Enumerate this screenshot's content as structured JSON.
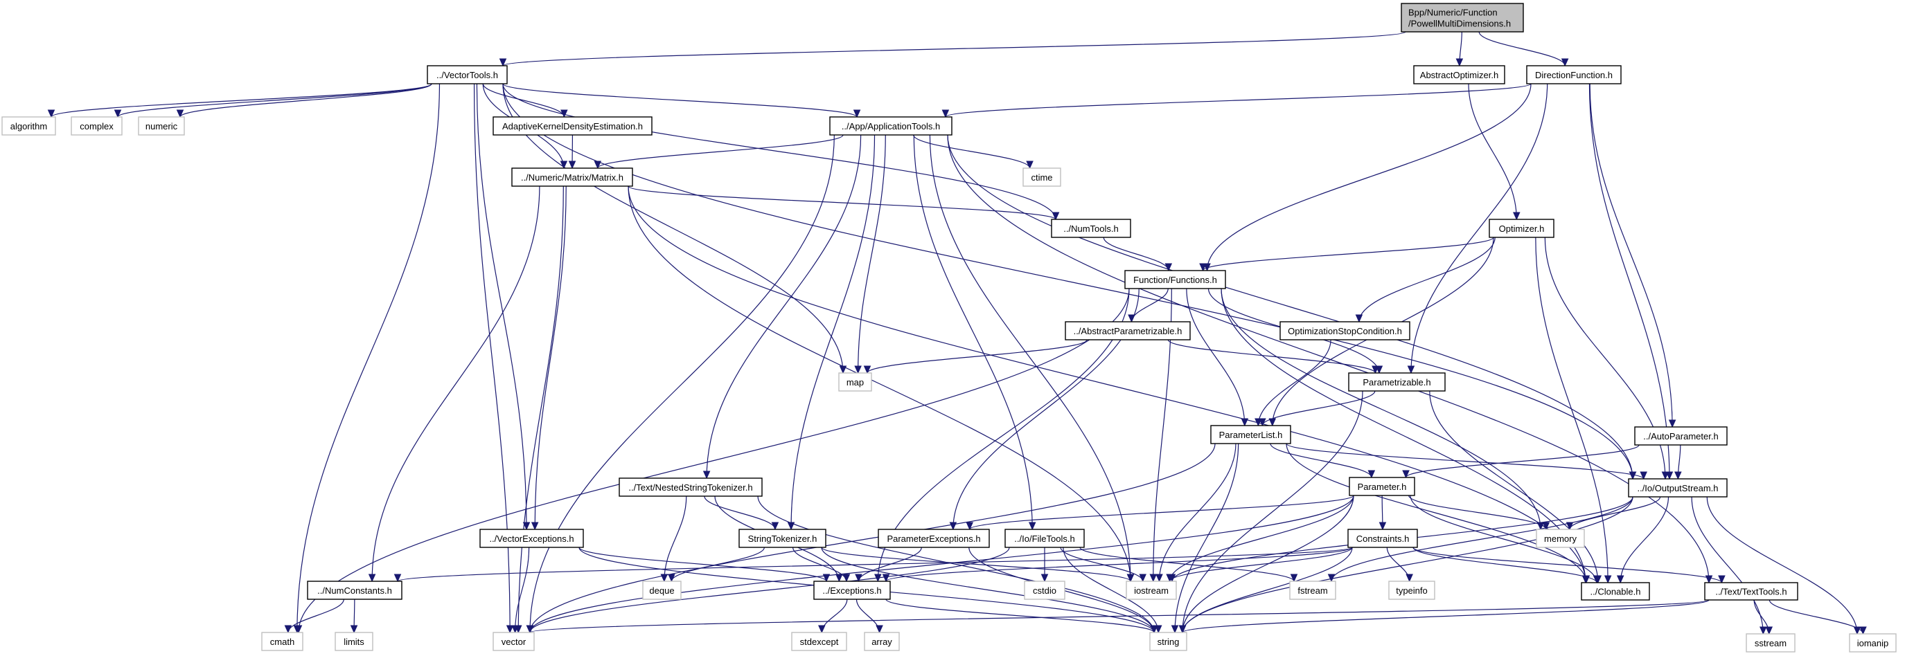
{
  "title": "Bpp/Numeric/Function/PowellMultiDimensions.h include dependency graph",
  "colors": {
    "edge": "#191970",
    "root_fill": "#bfbfbf",
    "internal_border": "#000000",
    "external_border": "#bfbfbf"
  },
  "nodes": [
    {
      "id": "root",
      "label": [
        "Bpp/Numeric/Function",
        "/PowellMultiDimensions.h"
      ],
      "kind": "root"
    },
    {
      "id": "VectorTools",
      "label": [
        "../VectorTools.h"
      ],
      "kind": "internal"
    },
    {
      "id": "AbstractOptimizer",
      "label": [
        "AbstractOptimizer.h"
      ],
      "kind": "internal"
    },
    {
      "id": "DirectionFunction",
      "label": [
        "DirectionFunction.h"
      ],
      "kind": "internal"
    },
    {
      "id": "algorithm",
      "label": [
        "algorithm"
      ],
      "kind": "external"
    },
    {
      "id": "complex",
      "label": [
        "complex"
      ],
      "kind": "external"
    },
    {
      "id": "numeric",
      "label": [
        "numeric"
      ],
      "kind": "external"
    },
    {
      "id": "AdaptiveKDE",
      "label": [
        "AdaptiveKernelDensityEstimation.h"
      ],
      "kind": "internal"
    },
    {
      "id": "ApplicationTools",
      "label": [
        "../App/ApplicationTools.h"
      ],
      "kind": "internal"
    },
    {
      "id": "Matrix",
      "label": [
        "../Numeric/Matrix/Matrix.h"
      ],
      "kind": "internal"
    },
    {
      "id": "ctime",
      "label": [
        "ctime"
      ],
      "kind": "external"
    },
    {
      "id": "NumTools",
      "label": [
        "../NumTools.h"
      ],
      "kind": "internal"
    },
    {
      "id": "Optimizer",
      "label": [
        "Optimizer.h"
      ],
      "kind": "internal"
    },
    {
      "id": "Functions",
      "label": [
        "Function/Functions.h"
      ],
      "kind": "internal"
    },
    {
      "id": "AbstractParametrizable",
      "label": [
        "../AbstractParametrizable.h"
      ],
      "kind": "internal"
    },
    {
      "id": "OptimizationStopCondition",
      "label": [
        "OptimizationStopCondition.h"
      ],
      "kind": "internal"
    },
    {
      "id": "map",
      "label": [
        "map"
      ],
      "kind": "external"
    },
    {
      "id": "Parametrizable",
      "label": [
        "Parametrizable.h"
      ],
      "kind": "internal"
    },
    {
      "id": "ParameterList",
      "label": [
        "ParameterList.h"
      ],
      "kind": "internal"
    },
    {
      "id": "AutoParameter",
      "label": [
        "../AutoParameter.h"
      ],
      "kind": "internal"
    },
    {
      "id": "NestedStringTokenizer",
      "label": [
        "../Text/NestedStringTokenizer.h"
      ],
      "kind": "internal"
    },
    {
      "id": "Parameter",
      "label": [
        "Parameter.h"
      ],
      "kind": "internal"
    },
    {
      "id": "OutputStream",
      "label": [
        "../Io/OutputStream.h"
      ],
      "kind": "internal"
    },
    {
      "id": "VectorExceptions",
      "label": [
        "../VectorExceptions.h"
      ],
      "kind": "internal"
    },
    {
      "id": "StringTokenizer",
      "label": [
        "StringTokenizer.h"
      ],
      "kind": "internal"
    },
    {
      "id": "ParameterExceptions",
      "label": [
        "ParameterExceptions.h"
      ],
      "kind": "internal"
    },
    {
      "id": "FileTools",
      "label": [
        "../Io/FileTools.h"
      ],
      "kind": "internal"
    },
    {
      "id": "Constraints",
      "label": [
        "Constraints.h"
      ],
      "kind": "internal"
    },
    {
      "id": "memory",
      "label": [
        "memory"
      ],
      "kind": "external"
    },
    {
      "id": "NumConstants",
      "label": [
        "../NumConstants.h"
      ],
      "kind": "internal"
    },
    {
      "id": "deque",
      "label": [
        "deque"
      ],
      "kind": "external"
    },
    {
      "id": "Exceptions",
      "label": [
        "../Exceptions.h"
      ],
      "kind": "internal"
    },
    {
      "id": "cstdio",
      "label": [
        "cstdio"
      ],
      "kind": "external"
    },
    {
      "id": "iostream",
      "label": [
        "iostream"
      ],
      "kind": "external"
    },
    {
      "id": "fstream",
      "label": [
        "fstream"
      ],
      "kind": "external"
    },
    {
      "id": "typeinfo",
      "label": [
        "typeinfo"
      ],
      "kind": "external"
    },
    {
      "id": "Clonable",
      "label": [
        "../Clonable.h"
      ],
      "kind": "internal"
    },
    {
      "id": "TextTools",
      "label": [
        "../Text/TextTools.h"
      ],
      "kind": "internal"
    },
    {
      "id": "cmath",
      "label": [
        "cmath"
      ],
      "kind": "external"
    },
    {
      "id": "limits",
      "label": [
        "limits"
      ],
      "kind": "external"
    },
    {
      "id": "vector",
      "label": [
        "vector"
      ],
      "kind": "external"
    },
    {
      "id": "stdexcept",
      "label": [
        "stdexcept"
      ],
      "kind": "external"
    },
    {
      "id": "array",
      "label": [
        "array"
      ],
      "kind": "external"
    },
    {
      "id": "string",
      "label": [
        "string"
      ],
      "kind": "external"
    },
    {
      "id": "sstream",
      "label": [
        "sstream"
      ],
      "kind": "external"
    },
    {
      "id": "iomanip",
      "label": [
        "iomanip"
      ],
      "kind": "external"
    }
  ],
  "edges": [
    [
      "root",
      "VectorTools"
    ],
    [
      "root",
      "AbstractOptimizer"
    ],
    [
      "root",
      "DirectionFunction"
    ],
    [
      "VectorTools",
      "algorithm"
    ],
    [
      "VectorTools",
      "complex"
    ],
    [
      "VectorTools",
      "numeric"
    ],
    [
      "VectorTools",
      "AdaptiveKDE"
    ],
    [
      "VectorTools",
      "ApplicationTools"
    ],
    [
      "VectorTools",
      "Matrix"
    ],
    [
      "VectorTools",
      "NumTools"
    ],
    [
      "VectorTools",
      "map"
    ],
    [
      "VectorTools",
      "OutputStream"
    ],
    [
      "VectorTools",
      "VectorExceptions"
    ],
    [
      "VectorTools",
      "cmath"
    ],
    [
      "VectorTools",
      "vector"
    ],
    [
      "AbstractOptimizer",
      "Optimizer"
    ],
    [
      "DirectionFunction",
      "ApplicationTools"
    ],
    [
      "DirectionFunction",
      "Functions"
    ],
    [
      "DirectionFunction",
      "Parametrizable"
    ],
    [
      "DirectionFunction",
      "AutoParameter"
    ],
    [
      "DirectionFunction",
      "OutputStream"
    ],
    [
      "AdaptiveKDE",
      "Matrix"
    ],
    [
      "ApplicationTools",
      "Matrix"
    ],
    [
      "ApplicationTools",
      "ctime"
    ],
    [
      "ApplicationTools",
      "map"
    ],
    [
      "ApplicationTools",
      "NestedStringTokenizer"
    ],
    [
      "ApplicationTools",
      "StringTokenizer"
    ],
    [
      "ApplicationTools",
      "FileTools"
    ],
    [
      "ApplicationTools",
      "iostream"
    ],
    [
      "ApplicationTools",
      "OutputStream"
    ],
    [
      "ApplicationTools",
      "TextTools"
    ],
    [
      "ApplicationTools",
      "vector"
    ],
    [
      "Matrix",
      "NumTools"
    ],
    [
      "Matrix",
      "VectorExceptions"
    ],
    [
      "Matrix",
      "NumConstants"
    ],
    [
      "Matrix",
      "vector"
    ],
    [
      "Matrix",
      "iostream"
    ],
    [
      "Matrix",
      "Clonable"
    ],
    [
      "NumTools",
      "Functions"
    ],
    [
      "Optimizer",
      "Functions"
    ],
    [
      "Optimizer",
      "ParameterList"
    ],
    [
      "Optimizer",
      "OptimizationStopCondition"
    ],
    [
      "Optimizer",
      "OutputStream"
    ],
    [
      "Optimizer",
      "Clonable"
    ],
    [
      "Functions",
      "AbstractParametrizable"
    ],
    [
      "Functions",
      "ParameterList"
    ],
    [
      "Functions",
      "Parametrizable"
    ],
    [
      "Functions",
      "ParameterExceptions"
    ],
    [
      "Functions",
      "Exceptions"
    ],
    [
      "Functions",
      "memory"
    ],
    [
      "Functions",
      "Clonable"
    ],
    [
      "Functions",
      "iostream"
    ],
    [
      "Functions",
      "cmath"
    ],
    [
      "AbstractParametrizable",
      "map"
    ],
    [
      "AbstractParametrizable",
      "Parametrizable"
    ],
    [
      "OptimizationStopCondition",
      "ParameterList"
    ],
    [
      "Parametrizable",
      "ParameterList"
    ],
    [
      "Parametrizable",
      "Clonable"
    ],
    [
      "Parametrizable",
      "string"
    ],
    [
      "ParameterList",
      "Parameter"
    ],
    [
      "ParameterList",
      "OutputStream"
    ],
    [
      "ParameterList",
      "Clonable"
    ],
    [
      "ParameterList",
      "iostream"
    ],
    [
      "ParameterList",
      "string"
    ],
    [
      "ParameterList",
      "vector"
    ],
    [
      "AutoParameter",
      "Parameter"
    ],
    [
      "AutoParameter",
      "OutputStream"
    ],
    [
      "NestedStringTokenizer",
      "StringTokenizer"
    ],
    [
      "NestedStringTokenizer",
      "deque"
    ],
    [
      "NestedStringTokenizer",
      "Exceptions"
    ],
    [
      "NestedStringTokenizer",
      "string"
    ],
    [
      "Parameter",
      "Constraints"
    ],
    [
      "Parameter",
      "ParameterExceptions"
    ],
    [
      "Parameter",
      "memory"
    ],
    [
      "Parameter",
      "Clonable"
    ],
    [
      "Parameter",
      "iostream"
    ],
    [
      "Parameter",
      "string"
    ],
    [
      "Parameter",
      "vector"
    ],
    [
      "OutputStream",
      "memory"
    ],
    [
      "OutputStream",
      "Clonable"
    ],
    [
      "OutputStream",
      "iostream"
    ],
    [
      "OutputStream",
      "fstream"
    ],
    [
      "OutputStream",
      "string"
    ],
    [
      "OutputStream",
      "sstream"
    ],
    [
      "OutputStream",
      "iomanip"
    ],
    [
      "VectorExceptions",
      "Exceptions"
    ],
    [
      "VectorExceptions",
      "vector"
    ],
    [
      "VectorExceptions",
      "string"
    ],
    [
      "StringTokenizer",
      "deque"
    ],
    [
      "StringTokenizer",
      "Exceptions"
    ],
    [
      "StringTokenizer",
      "iostream"
    ],
    [
      "StringTokenizer",
      "string"
    ],
    [
      "ParameterExceptions",
      "Exceptions"
    ],
    [
      "ParameterExceptions",
      "string"
    ],
    [
      "FileTools",
      "cstdio"
    ],
    [
      "FileTools",
      "iostream"
    ],
    [
      "FileTools",
      "fstream"
    ],
    [
      "FileTools",
      "string"
    ],
    [
      "FileTools",
      "vector"
    ],
    [
      "Constraints",
      "NumConstants"
    ],
    [
      "Constraints",
      "Exceptions"
    ],
    [
      "Constraints",
      "iostream"
    ],
    [
      "Constraints",
      "typeinfo"
    ],
    [
      "Constraints",
      "Clonable"
    ],
    [
      "Constraints",
      "TextTools"
    ],
    [
      "Constraints",
      "string"
    ],
    [
      "NumConstants",
      "cmath"
    ],
    [
      "NumConstants",
      "limits"
    ],
    [
      "Exceptions",
      "stdexcept"
    ],
    [
      "Exceptions",
      "array"
    ],
    [
      "Exceptions",
      "string"
    ],
    [
      "TextTools",
      "sstream"
    ],
    [
      "TextTools",
      "iomanip"
    ],
    [
      "TextTools",
      "string"
    ],
    [
      "TextTools",
      "vector"
    ]
  ]
}
